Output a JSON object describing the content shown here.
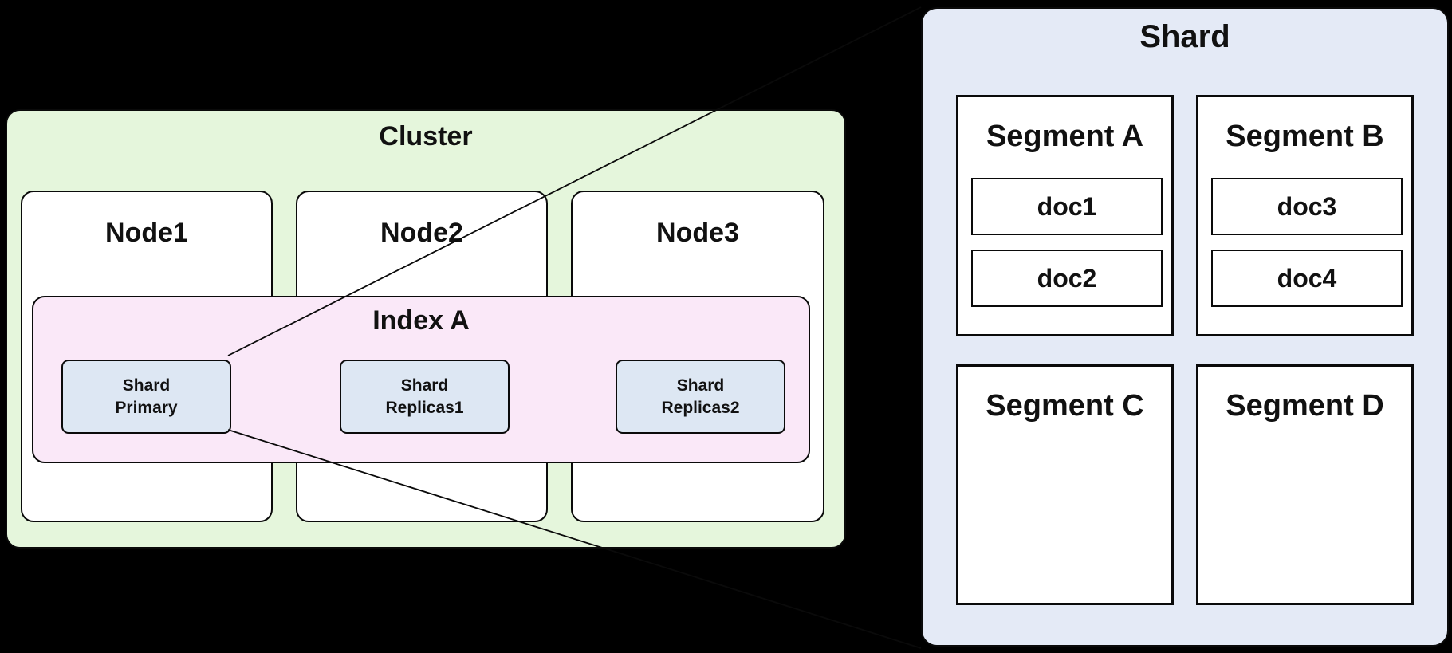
{
  "colors": {
    "background": "#000000",
    "cluster-fill": "#e5f6dc",
    "node-fill": "#ffffff",
    "index-fill": "#fae8f8",
    "shard-box-fill": "#dde7f3",
    "panel-fill": "#e4eaf6",
    "segment-fill": "#ffffff",
    "border": "#0a0a0a",
    "text": "#111111"
  },
  "cluster": {
    "label": "Cluster",
    "nodes": [
      {
        "label": "Node1"
      },
      {
        "label": "Node2"
      },
      {
        "label": "Node3"
      }
    ],
    "index": {
      "label": "Index A",
      "shards": [
        {
          "label": "Shard\nPrimary"
        },
        {
          "label": "Shard\nReplicas1"
        },
        {
          "label": "Shard\nReplicas2"
        }
      ]
    }
  },
  "shard_detail": {
    "title": "Shard",
    "segments": [
      {
        "label": "Segment A",
        "docs": [
          "doc1",
          "doc2"
        ]
      },
      {
        "label": "Segment B",
        "docs": [
          "doc3",
          "doc4"
        ]
      },
      {
        "label": "Segment C",
        "docs": []
      },
      {
        "label": "Segment D",
        "docs": []
      }
    ]
  }
}
